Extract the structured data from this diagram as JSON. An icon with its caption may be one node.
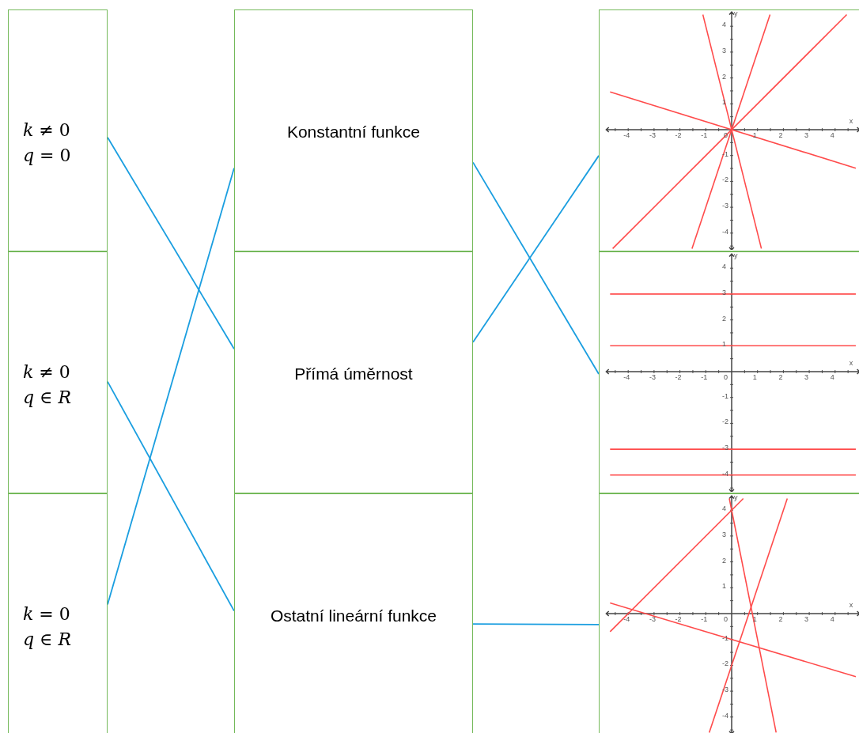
{
  "diagram": {
    "nodes": [
      {
        "text": [
          "*k* ≠ 0",
          "*q* = 0"
        ]
      },
      {
        "text": [
          "*k* ≠ 0",
          "*q* ∈ *R*"
        ]
      },
      {
        "text": [
          "*k* = 0",
          "*q* ∈ *R*"
        ]
      },
      {
        "text": [
          "Konstantní funkce"
        ]
      },
      {
        "text": [
          "Přímá úměrnost"
        ]
      },
      {
        "text": [
          "Ostatní lineární funkce"
        ]
      },
      {
        "text": [],
        "shape": "box"
      },
      {
        "text": [],
        "shape": "box"
      },
      {
        "text": [],
        "shape": "box"
      }
    ],
    "edges": [
      {
        "from": 0,
        "to": 4,
        "arrow": "none"
      },
      {
        "from": 2,
        "to": 3,
        "arrow": "none"
      },
      {
        "from": 1,
        "to": 5,
        "arrow": "none"
      },
      {
        "from": 3,
        "to": 7,
        "arrow": "none"
      },
      {
        "from": 4,
        "to": 6,
        "arrow": "none"
      },
      {
        "from": 5,
        "to": 8,
        "arrow": "none"
      }
    ],
    "labels": [
      "x",
      "y",
      "-4",
      "-3",
      "-2",
      "-1",
      "0",
      "1",
      "2",
      "3",
      "4",
      "4",
      "3",
      "2",
      "1",
      "-1",
      "-2",
      "-3",
      "-4",
      "x",
      "y",
      "-4",
      "-3",
      "-2",
      "-1",
      "0",
      "1",
      "2",
      "3",
      "4",
      "4",
      "3",
      "2",
      "1",
      "-1",
      "-2",
      "-3",
      "-4",
      "x",
      "y",
      "-4",
      "-3",
      "-2",
      "-1",
      "0",
      "1",
      "2",
      "3",
      "4",
      "4",
      "3",
      "2",
      "1",
      "-1",
      "-2",
      "-3",
      "-4"
    ]
  }
}
